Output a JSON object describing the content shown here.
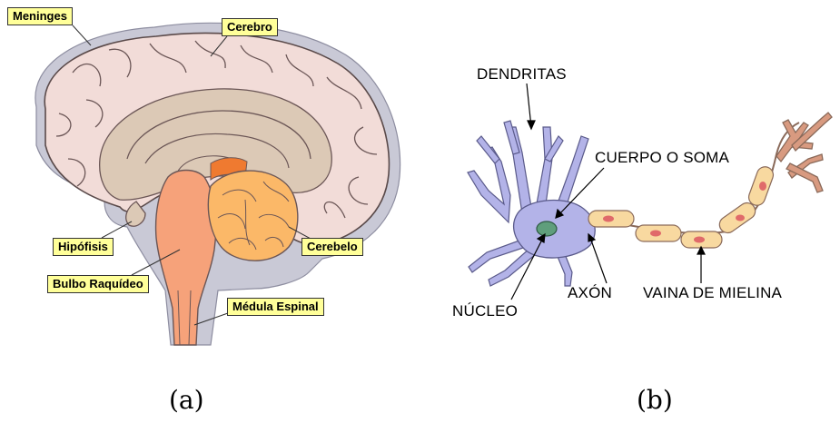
{
  "panel_a": {
    "caption": "(a)",
    "labels": {
      "meninges": "Meninges",
      "cerebro": "Cerebro",
      "hipofisis": "Hipófisis",
      "bulbo": "Bulbo Raquídeo",
      "cerebelo": "Cerebelo",
      "medula": "Médula Espinal"
    },
    "colors": {
      "meninges": "#c9c9d6",
      "cortex": "#f2dcd8",
      "inner": "#dcc9b6",
      "brainstem": "#f6a27a",
      "cerebellum": "#fbb868",
      "highlight": "#ef7a30",
      "label_bg": "#ffff99"
    }
  },
  "panel_b": {
    "caption": "(b)",
    "labels": {
      "dendritas": "DENDRITAS",
      "cuerpo": "CUERPO O SOMA",
      "nucleo": "NÚCLEO",
      "axon": "AXÓN",
      "vaina": "VAINA DE MIELINA"
    },
    "colors": {
      "soma": "#b3b3e8",
      "nucleus": "#5f9e7c",
      "myelin": "#f8d9a0",
      "axon_terminal": "#d89a80"
    }
  }
}
